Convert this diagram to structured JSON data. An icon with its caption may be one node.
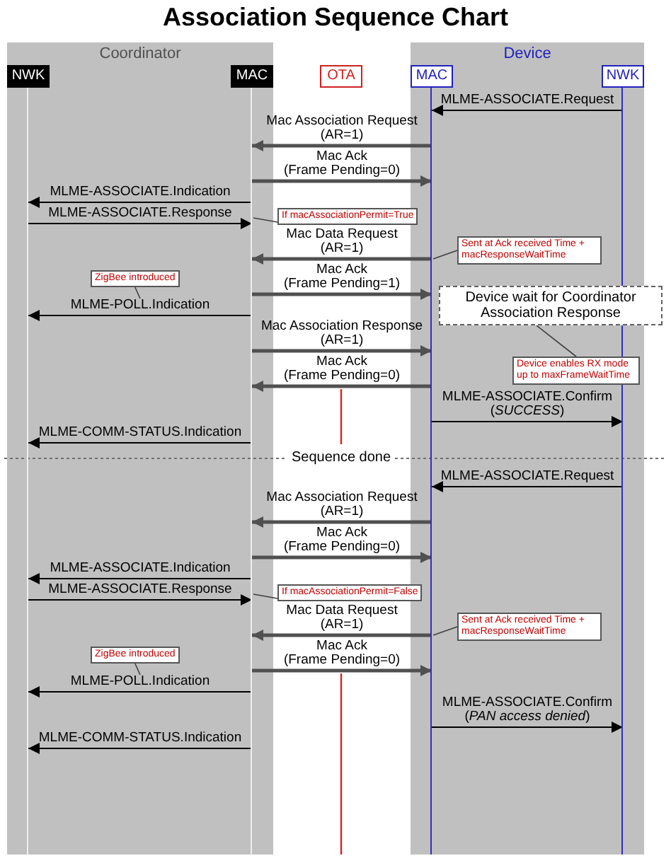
{
  "diagram": {
    "title": "Association Sequence Chart",
    "nodes": [
      {
        "text": [
          "Coordinator"
        ]
      },
      {
        "text": [
          "NWK"
        ],
        "in": 0
      },
      {
        "text": [
          "MAC"
        ],
        "in": 0
      },
      {
        "text": [
          "OTA"
        ]
      },
      {
        "text": [
          "Device"
        ]
      },
      {
        "text": [
          "MAC"
        ],
        "in": 4
      },
      {
        "text": [
          "NWK"
        ],
        "in": 4
      },
      {
        "text": [
          "If macAssociationPermit=True"
        ]
      },
      {
        "text": [
          "Sent at Ack received Time + macResponseWaitTime"
        ],
        "in": 4
      },
      {
        "text": [
          "ZigBee introduced"
        ],
        "in": 0
      },
      {
        "text": [
          "Device wait for Coordinator Association Response"
        ]
      },
      {
        "text": [
          "Device enables RX mode up to maxFrameWaitTime"
        ],
        "in": 4
      },
      {
        "text": [
          "If macAssociationPermit=False"
        ]
      },
      {
        "text": [
          "Sent at Ack received Time + macResponseWaitTime"
        ],
        "in": 4
      },
      {
        "text": [
          "ZigBee introduced"
        ],
        "in": 0
      }
    ],
    "edges": [
      {
        "from": 6,
        "to": 5,
        "arrow": "to",
        "label": "MLME-ASSOCIATE.Request"
      },
      {
        "from": 5,
        "to": 2,
        "arrow": "to",
        "label": "Mac Association Request (AR=1)",
        "style": "thick",
        "color": "#505050"
      },
      {
        "from": 2,
        "to": 5,
        "arrow": "to",
        "label": "Mac Ack (Frame Pending=0)",
        "style": "thick",
        "color": "#505050"
      },
      {
        "from": 2,
        "to": 1,
        "arrow": "to",
        "label": "MLME-ASSOCIATE.Indication"
      },
      {
        "from": 1,
        "to": 2,
        "arrow": "to",
        "label": "MLME-ASSOCIATE.Response"
      },
      {
        "from": 7,
        "to": 2,
        "arrow": "none"
      },
      {
        "from": 5,
        "to": 2,
        "arrow": "to",
        "label": "Mac Data Request (AR=1)",
        "style": "thick",
        "color": "#505050"
      },
      {
        "from": 8,
        "to": 5,
        "arrow": "none"
      },
      {
        "from": 2,
        "to": 5,
        "arrow": "to",
        "label": "Mac Ack (Frame Pending=1)",
        "style": "thick",
        "color": "#505050"
      },
      {
        "from": 9,
        "to": null,
        "arrow": "none"
      },
      {
        "from": 2,
        "to": 1,
        "arrow": "to",
        "label": "MLME-POLL.Indication"
      },
      {
        "from": 2,
        "to": 5,
        "arrow": "to",
        "label": "Mac Association Response (AR=1)",
        "style": "thick",
        "color": "#505050"
      },
      {
        "from": 11,
        "to": 10,
        "arrow": "none"
      },
      {
        "from": 5,
        "to": 2,
        "arrow": "to",
        "label": "Mac Ack (Frame Pending=0)",
        "style": "thick",
        "color": "#505050"
      },
      {
        "from": 5,
        "to": 6,
        "arrow": "to",
        "label": "MLME-ASSOCIATE.Confirm (*SUCCESS*)"
      },
      {
        "from": 2,
        "to": 1,
        "arrow": "to",
        "label": "MLME-COMM-STATUS.Indication"
      },
      {
        "from": 6,
        "to": 5,
        "arrow": "to",
        "label": "MLME-ASSOCIATE.Request"
      },
      {
        "from": 5,
        "to": 2,
        "arrow": "to",
        "label": "Mac Association Request (AR=1)",
        "style": "thick",
        "color": "#505050"
      },
      {
        "from": 2,
        "to": 5,
        "arrow": "to",
        "label": "Mac Ack (Frame Pending=0)",
        "style": "thick",
        "color": "#505050"
      },
      {
        "from": 2,
        "to": 1,
        "arrow": "to",
        "label": "MLME-ASSOCIATE.Indication"
      },
      {
        "from": 1,
        "to": 2,
        "arrow": "to",
        "label": "MLME-ASSOCIATE.Response"
      },
      {
        "from": 12,
        "to": 2,
        "arrow": "none"
      },
      {
        "from": 5,
        "to": 2,
        "arrow": "to",
        "label": "Mac Data Request (AR=1)",
        "style": "thick",
        "color": "#505050"
      },
      {
        "from": 13,
        "to": 5,
        "arrow": "none"
      },
      {
        "from": 2,
        "to": 5,
        "arrow": "to",
        "label": "Mac Ack (Frame Pending=0)",
        "style": "thick",
        "color": "#505050"
      },
      {
        "from": 14,
        "to": null,
        "arrow": "none"
      },
      {
        "from": 2,
        "to": 1,
        "arrow": "to",
        "label": "MLME-POLL.Indication"
      },
      {
        "from": 5,
        "to": 6,
        "arrow": "to",
        "label": "MLME-ASSOCIATE.Confirm (*PAN access denied*)"
      },
      {
        "from": 2,
        "to": 1,
        "arrow": "to",
        "label": "MLME-COMM-STATUS.Indication"
      }
    ],
    "labels": [
      "Sequence done"
    ]
  }
}
